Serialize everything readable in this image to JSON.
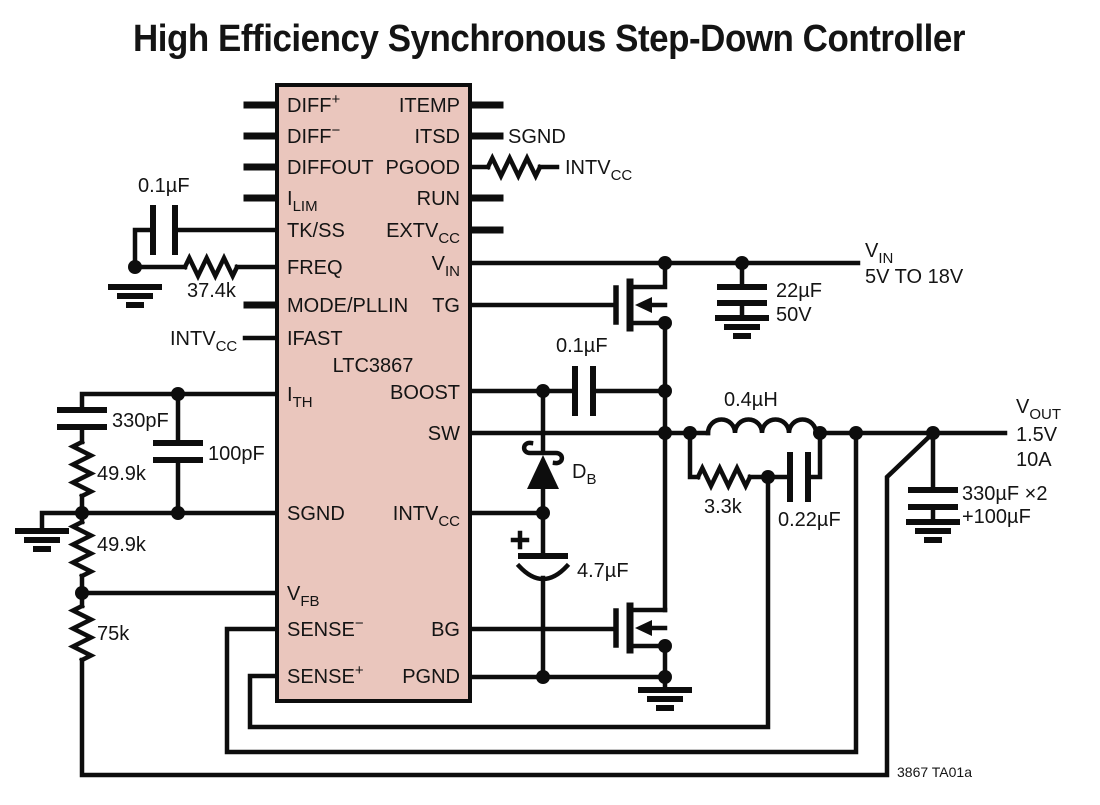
{
  "title": "High Efficiency Synchronous Step-Down Controller",
  "note": "3867 TA01a",
  "colors": {
    "ic_fill": "#eac6bd",
    "line": "#0d0d0d"
  },
  "ic": {
    "name": "LTC3867"
  },
  "pins_left": [
    {
      "t": "DIFF",
      "sup": "+"
    },
    {
      "t": "DIFF",
      "sup": "−"
    },
    {
      "t": "DIFFOUT"
    },
    {
      "t": "I",
      "sub": "LIM"
    },
    {
      "t": "TK/SS"
    },
    {
      "t": "FREQ"
    },
    {
      "t": "MODE/PLLIN"
    },
    {
      "t": "IFAST"
    },
    {
      "t": "I",
      "sub": "TH"
    },
    {
      "t": "SGND"
    },
    {
      "t": "V",
      "sub": "FB"
    },
    {
      "t": "SENSE",
      "sup": "−"
    },
    {
      "t": "SENSE",
      "sup": "+"
    }
  ],
  "pins_right": [
    {
      "t": "ITEMP"
    },
    {
      "t": "ITSD"
    },
    {
      "t": "PGOOD"
    },
    {
      "t": "RUN"
    },
    {
      "t": "EXTV",
      "sub": "CC"
    },
    {
      "t": "V",
      "sub": "IN"
    },
    {
      "t": "TG"
    },
    {
      "t": "BOOST"
    },
    {
      "t": "SW"
    },
    {
      "t": "INTV",
      "sub": "CC"
    },
    {
      "t": "BG"
    },
    {
      "t": "PGND"
    }
  ],
  "net_labels": {
    "itsd_sgnd": "SGND",
    "pgood_pull": {
      "t": "INTV",
      "sub": "CC"
    },
    "ifast_src": {
      "t": "INTV",
      "sub": "CC"
    },
    "vin": {
      "t": "V",
      "sub": "IN"
    },
    "vin_range": "5V TO 18V",
    "vout": {
      "t": "V",
      "sub": "OUT"
    },
    "vout_volts": "1.5V",
    "vout_amps": "10A",
    "boost_diode": {
      "t": "D",
      "sub": "B"
    }
  },
  "components": {
    "c_ss": "0.1µF",
    "r_freq": "37.4k",
    "c_comp1": "330pF",
    "c_comp2": "100pF",
    "r_comp": "49.9k",
    "r_fb_bottom": "49.9k",
    "r_fb_top": "75k",
    "c_boost": "0.1µF",
    "c_intvcc": "4.7µF",
    "c_in": "22µF",
    "c_in_rating": "50V",
    "l_out": "0.4µH",
    "r_sense": "3.3k",
    "c_sense": "0.22µF",
    "c_out_bulk": "330µF ×2",
    "c_out_extra": "+100µF"
  }
}
